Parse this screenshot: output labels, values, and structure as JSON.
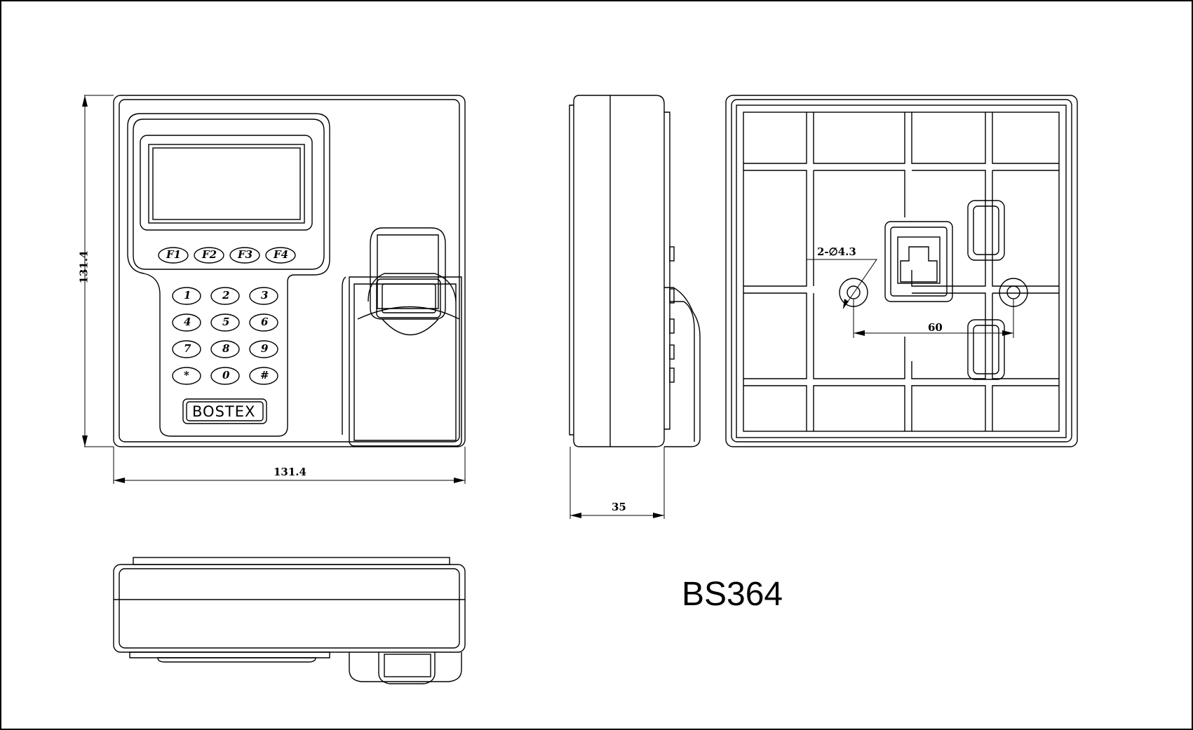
{
  "drawing": {
    "model": "BS364",
    "brand": "BOSTEX",
    "dimensions": {
      "height": "131.4",
      "width": "131.4",
      "depth": "35",
      "hole_spacing": "60",
      "hole_callout": "2-∅4.3"
    },
    "function_keys": [
      "F1",
      "F2",
      "F3",
      "F4"
    ],
    "keypad": [
      "1",
      "2",
      "3",
      "4",
      "5",
      "6",
      "7",
      "8",
      "9",
      "*",
      "0",
      "#"
    ]
  }
}
